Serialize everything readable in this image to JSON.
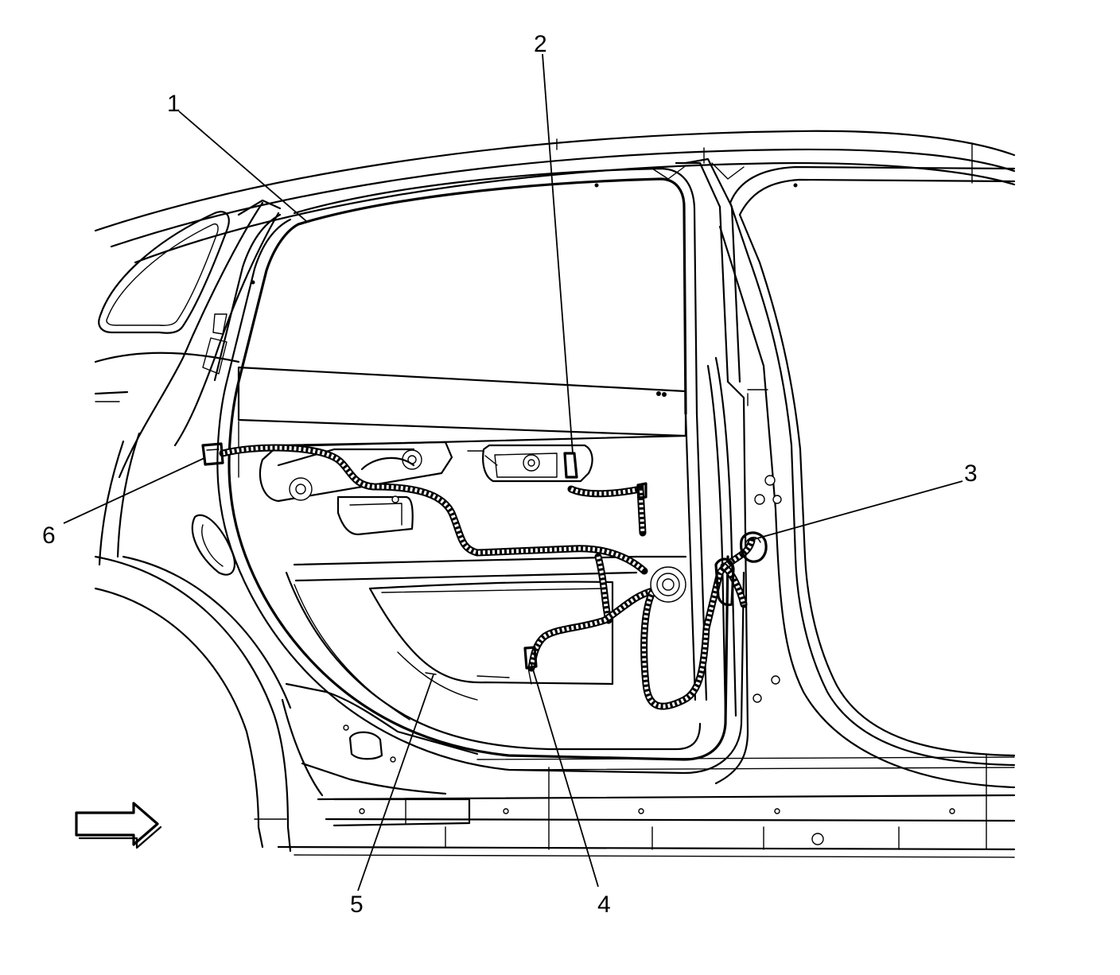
{
  "callouts": [
    {
      "id": "1",
      "label": "1"
    },
    {
      "id": "2",
      "label": "2"
    },
    {
      "id": "3",
      "label": "3"
    },
    {
      "id": "4",
      "label": "4"
    },
    {
      "id": "5",
      "label": "5"
    },
    {
      "id": "6",
      "label": "6"
    }
  ],
  "icons": {
    "direction_arrow": "right-arrow-icon"
  }
}
